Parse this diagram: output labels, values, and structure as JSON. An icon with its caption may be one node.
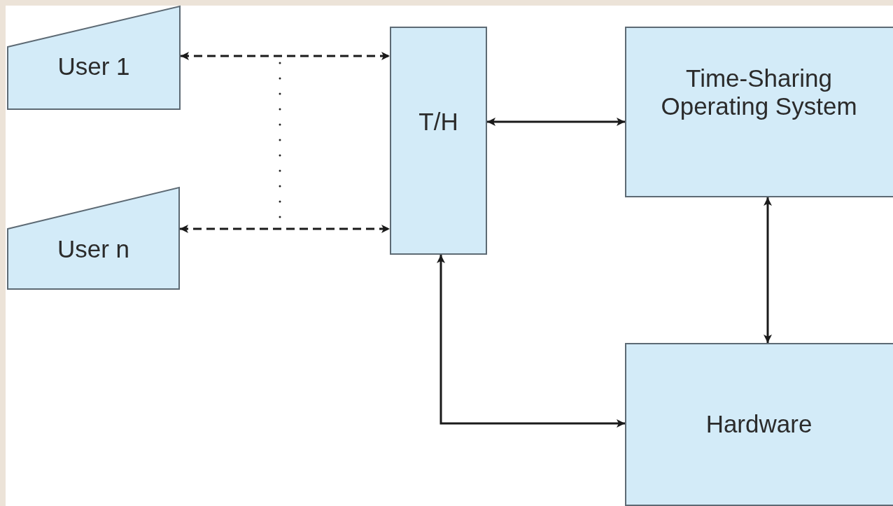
{
  "diagram": {
    "nodes": [
      {
        "text": [
          "User 1"
        ]
      },
      {
        "text": [
          "User n"
        ]
      },
      {
        "text": [
          "T/H"
        ]
      },
      {
        "text": [
          "Time-Sharing Operating System"
        ]
      },
      {
        "text": [
          "Hardware"
        ]
      }
    ],
    "edges": [
      {
        "from": 0,
        "to": 2,
        "arrow": "both",
        "style": "dashed"
      },
      {
        "from": 1,
        "to": 2,
        "arrow": "both",
        "style": "dashed"
      },
      {
        "from": 2,
        "to": 3,
        "arrow": "both"
      },
      {
        "from": 3,
        "to": 4,
        "arrow": "both"
      },
      {
        "from": 2,
        "to": 4,
        "arrow": "both"
      }
    ]
  }
}
